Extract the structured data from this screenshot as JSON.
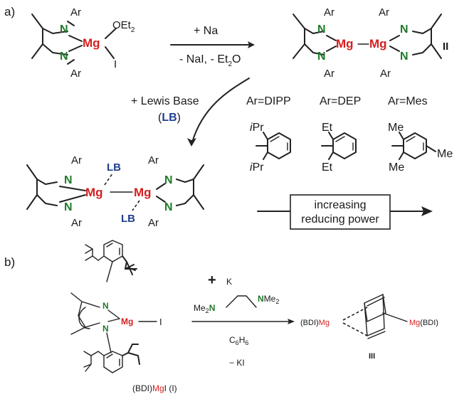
{
  "panel_a": {
    "label": "a)",
    "reagent_top": "+ Na",
    "reagent_bottom": "- NaI, - Et",
    "reagent_bottom_sub": "2",
    "reagent_bottom_tail": "O",
    "oet2": "OEt",
    "oet2_sub": "2",
    "iodide": "I",
    "compound_II_label": "II",
    "lewis_base_text": "+ Lewis Base",
    "lewis_base_abbrev_open": "(",
    "lewis_base_abbrev": "LB",
    "lewis_base_abbrev_close": ")",
    "lb": "LB",
    "ar": "Ar",
    "n": "N",
    "mg": "Mg",
    "ar_types": [
      "Ar=DIPP",
      "Ar=DEP",
      "Ar=Mes"
    ],
    "subst_dipp_i": "i",
    "subst_dipp_pr": "Pr",
    "subst_dep": "Et",
    "subst_mes": "Me",
    "reducing_line1": "increasing",
    "reducing_line2": "reducing power"
  },
  "panel_b": {
    "label": "b)",
    "reagent_plus": "+",
    "reagent_k": "K",
    "tmeda_left": "Me",
    "tmeda_left_sub": "2",
    "tmeda_left_n": "N",
    "tmeda_right_n": "N",
    "tmeda_right": "Me",
    "tmeda_right_sub": "2",
    "solvent": "C",
    "solvent_sub1": "6",
    "solvent_h": "H",
    "solvent_sub2": "6",
    "byproduct": "− KI",
    "mg_label": "Mg",
    "iodide": "I",
    "n": "N",
    "start_label_bdi": "(BDI)",
    "start_label_mg": "Mg",
    "start_label_tail": "I (I)",
    "product_left_bdi": "(BDI)",
    "product_left_mg": "Mg",
    "product_right_mg": "Mg",
    "product_right_bdi": "(BDI)",
    "product_label": "III"
  }
}
